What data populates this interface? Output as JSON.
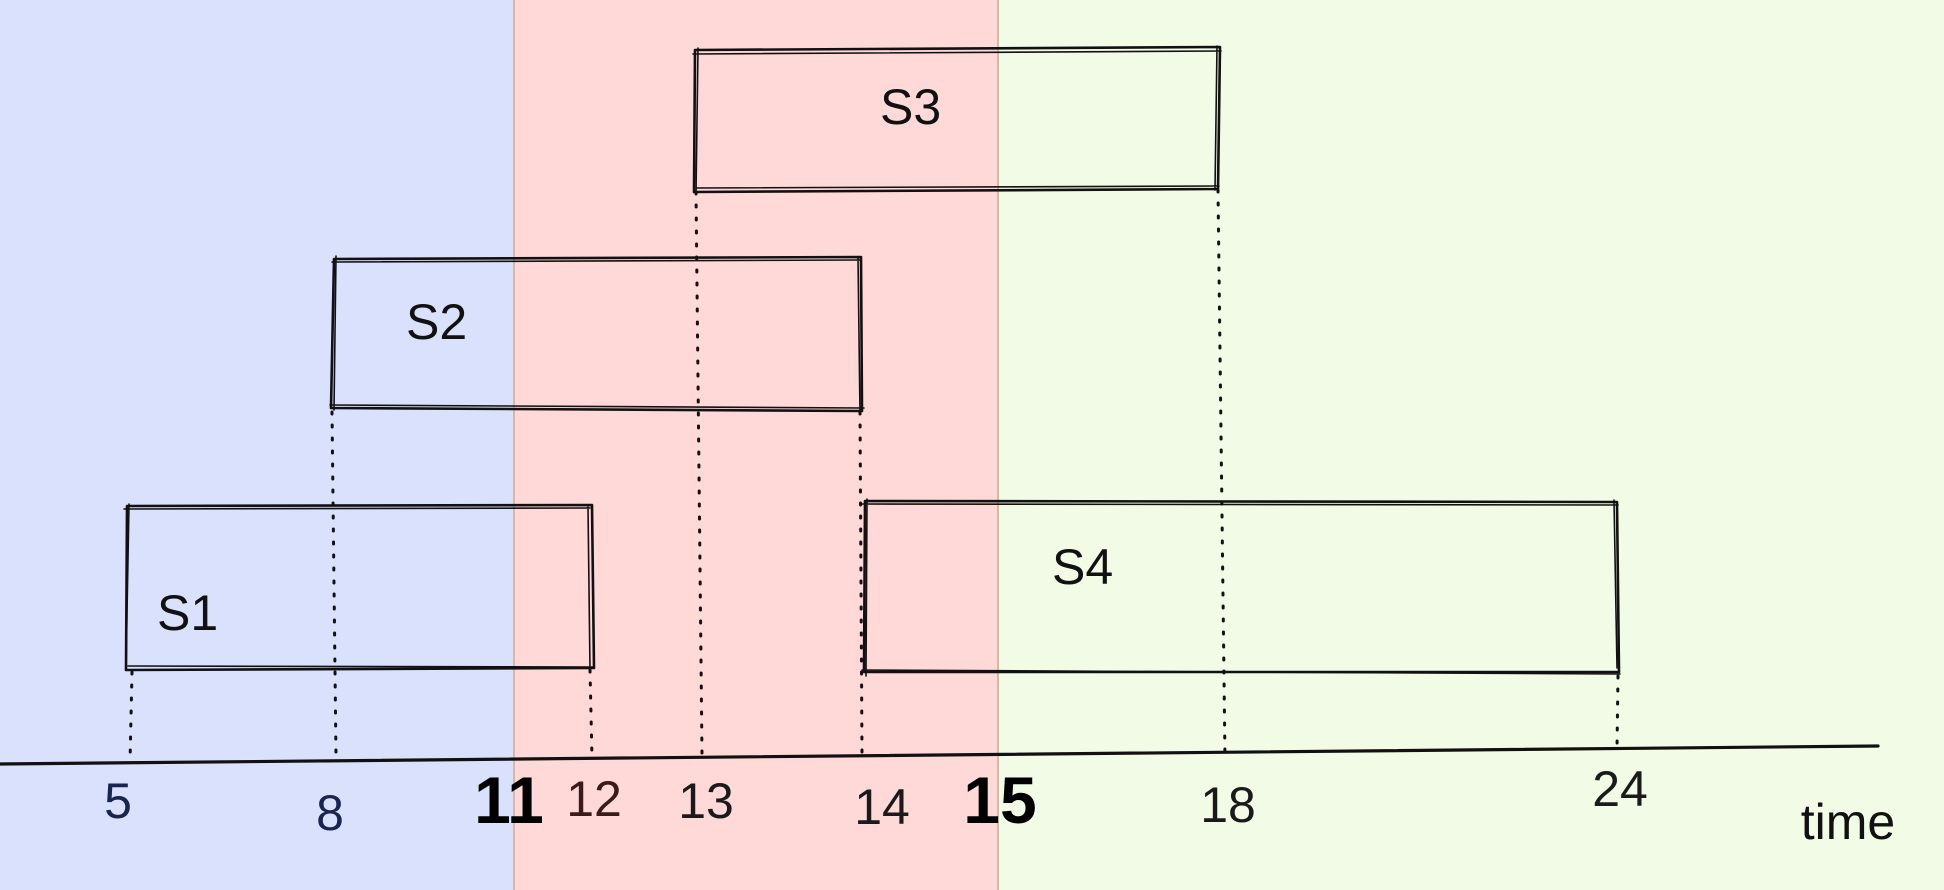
{
  "regions": [
    {
      "from": 0,
      "to": 11,
      "color": "#dae1fd"
    },
    {
      "from": 11,
      "to": 15,
      "color": "#fed9d8"
    },
    {
      "from": 15,
      "to": 30,
      "color": "#f1fbe6"
    }
  ],
  "boundary_color": "#d6b8a8",
  "segments": [
    {
      "label": "S1",
      "start": 5,
      "end": 12
    },
    {
      "label": "S2",
      "start": 8,
      "end": 14
    },
    {
      "label": "S3",
      "start": 13,
      "end": 18
    },
    {
      "label": "S4",
      "start": 14,
      "end": 24
    }
  ],
  "axis": {
    "title": "time",
    "ticks": [
      "5",
      "8",
      "11",
      "12",
      "13",
      "14",
      "15",
      "18",
      "24"
    ],
    "highlighted_ticks": [
      "11",
      "15"
    ]
  }
}
